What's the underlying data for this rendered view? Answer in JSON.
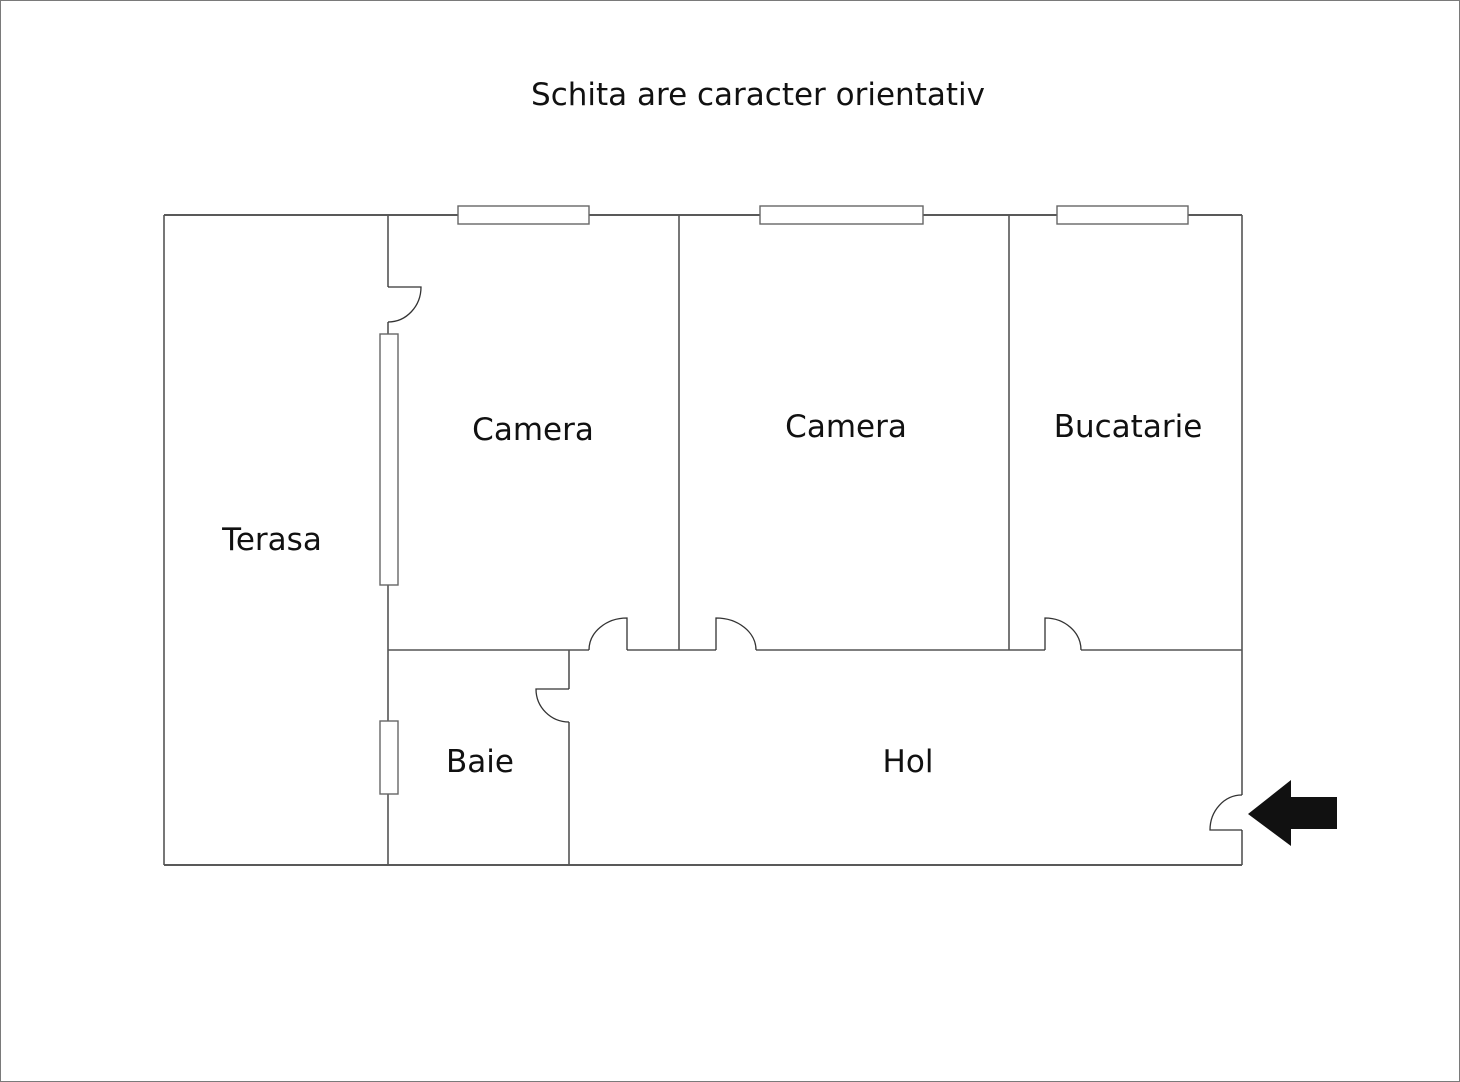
{
  "title": "Schita are caracter orientativ",
  "rooms": {
    "terasa": "Terasa",
    "camera1": "Camera",
    "camera2": "Camera",
    "bucatarie": "Bucatarie",
    "baie": "Baie",
    "hol": "Hol"
  },
  "colors": {
    "wall": "#555555",
    "arrow": "#111111"
  }
}
